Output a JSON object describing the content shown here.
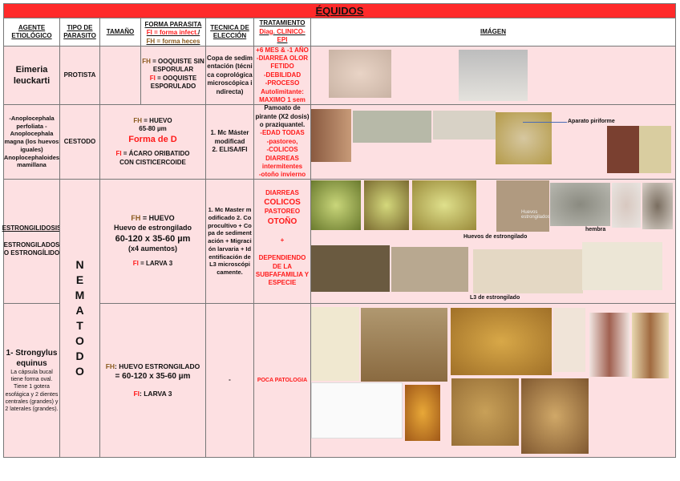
{
  "title": "ÉQUIDOS",
  "headers": {
    "agente": "AGENTE ETIOLÓGICO",
    "tipo": "TIPO DE PARASITO",
    "tamano": "TAMAÑO",
    "forma": "FORMA PARASITA",
    "forma_fi": "FI = forma infect.",
    "forma_sep": "/",
    "forma_fh": "FH = forma  heces",
    "tecnica": "TECNICA DE ELECCIÓN",
    "tratamiento": "TRATAMIENTO",
    "tratamiento_sub": "Diag. CLINICO-EPI",
    "imagen": "IMÁGEN"
  },
  "rows": [
    {
      "agente": "Eimeria leuckarti",
      "tipo": "PROTISTA",
      "fh_label": "FH",
      "fh": " = OOQUISTE SIN ESPORULAR",
      "fi_label": "FI",
      "fi": " = OOQUISTE ESPORULADO",
      "tecnica": "Copa de sedimentación (técnica coprológica microscópica indirecta)",
      "tratamiento": [
        "+6 MES & -1 AÑO",
        "-DIARREA OLOR FETIDO",
        "-DEBILIDAD",
        "-PROCESO Autolimitante: MAXIMO 1 sem"
      ]
    },
    {
      "agente": "-Anoplocephala perfoliata -Anoplocephala magna (los huevos iguales) Anoplocephaloides mamillana",
      "tipo": "CESTODO",
      "fh_label": "FH",
      "fh": " = HUEVO",
      "size": "65-80 µm",
      "shape": "Forma de D",
      "fi_label": "FI",
      "fi": " = ÁCARO ORIBATIDO CON CISTICERCOIDE",
      "tecnica": [
        "1. Mc Máster modificad",
        "2. ELISA/IFI"
      ],
      "trat_black": "Pamoato de pirante (X2 dosis) o praziquantel.",
      "tratamiento": [
        "-EDAD TODAS",
        "-pastoreo,",
        "-COLICOS DIARREAS intermitentes",
        "-otoño invierno"
      ],
      "img_label": "Aparato piriforme"
    },
    {
      "agente_title": "ESTRONGILIDOSIS",
      "agente": "ESTRONGILADOS O ESTRONGÍLIDO",
      "tipo": "N E M A T O D O",
      "fh_label": "FH",
      "fh": " = HUEVO",
      "egg": "Huevo de estrongilado",
      "size": "60-120 x 35-60 µm",
      "mag": "(x4 aumentos)",
      "fi_label": "FI",
      "fi": " = LARVA 3",
      "tecnica": "1. Mc Master modificado 2. Coprocultivo + Copa de sedimentación + Migración larvaria + Identificación de L3 microscópicamente.",
      "tratamiento": [
        "DIARREAS",
        "COLICOS",
        "PASTOREO",
        "OTOÑO",
        "+",
        "DEPENDIENDO DE LA SUBFAFAMILIA Y ESPECIE"
      ],
      "img_labels": [
        "Huevos de estrongilado",
        "hembra",
        "L3 de estrongilado",
        "Huevos estrongilados"
      ]
    },
    {
      "agente_title": "1- Strongylus equinus",
      "agente": "La cápsula bucal tiene forma oval. Tiene 1 gotera esofágica y 2 dientes centrales (grandes) y 2 laterales (grandes).",
      "fh_label": "FH",
      "fh": ": HUEVO ESTRONGILADO",
      "size": "= 60-120 x 35-60 µm",
      "fi_label": "FI",
      "fi": ": LARVA 3",
      "tecnica": "-",
      "tratamiento": [
        "POCA PATOLOGIA"
      ]
    }
  ]
}
